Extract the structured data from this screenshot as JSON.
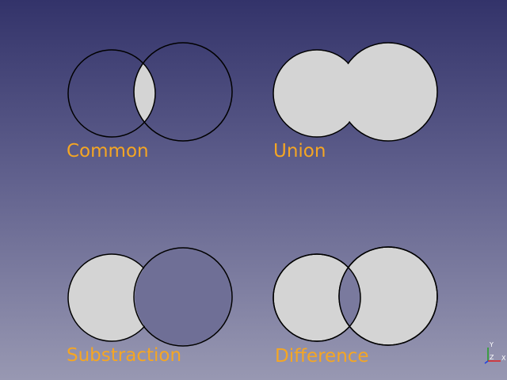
{
  "labels": {
    "common": "Common",
    "union": "Union",
    "substraction": "Substraction",
    "difference": "Difference"
  },
  "axis": {
    "y": "Y",
    "z": "Z",
    "x": "X"
  },
  "colors": {
    "shape_fill": "#d4d4d4",
    "outline": "#000000",
    "label": "#f5a623",
    "background_top": "#33336a",
    "background_bottom": "#9898b2",
    "axis_x": "#e02020",
    "axis_y": "#20a020",
    "axis_z": "#2040e0"
  },
  "icons": [
    "axis-triad-icon"
  ]
}
